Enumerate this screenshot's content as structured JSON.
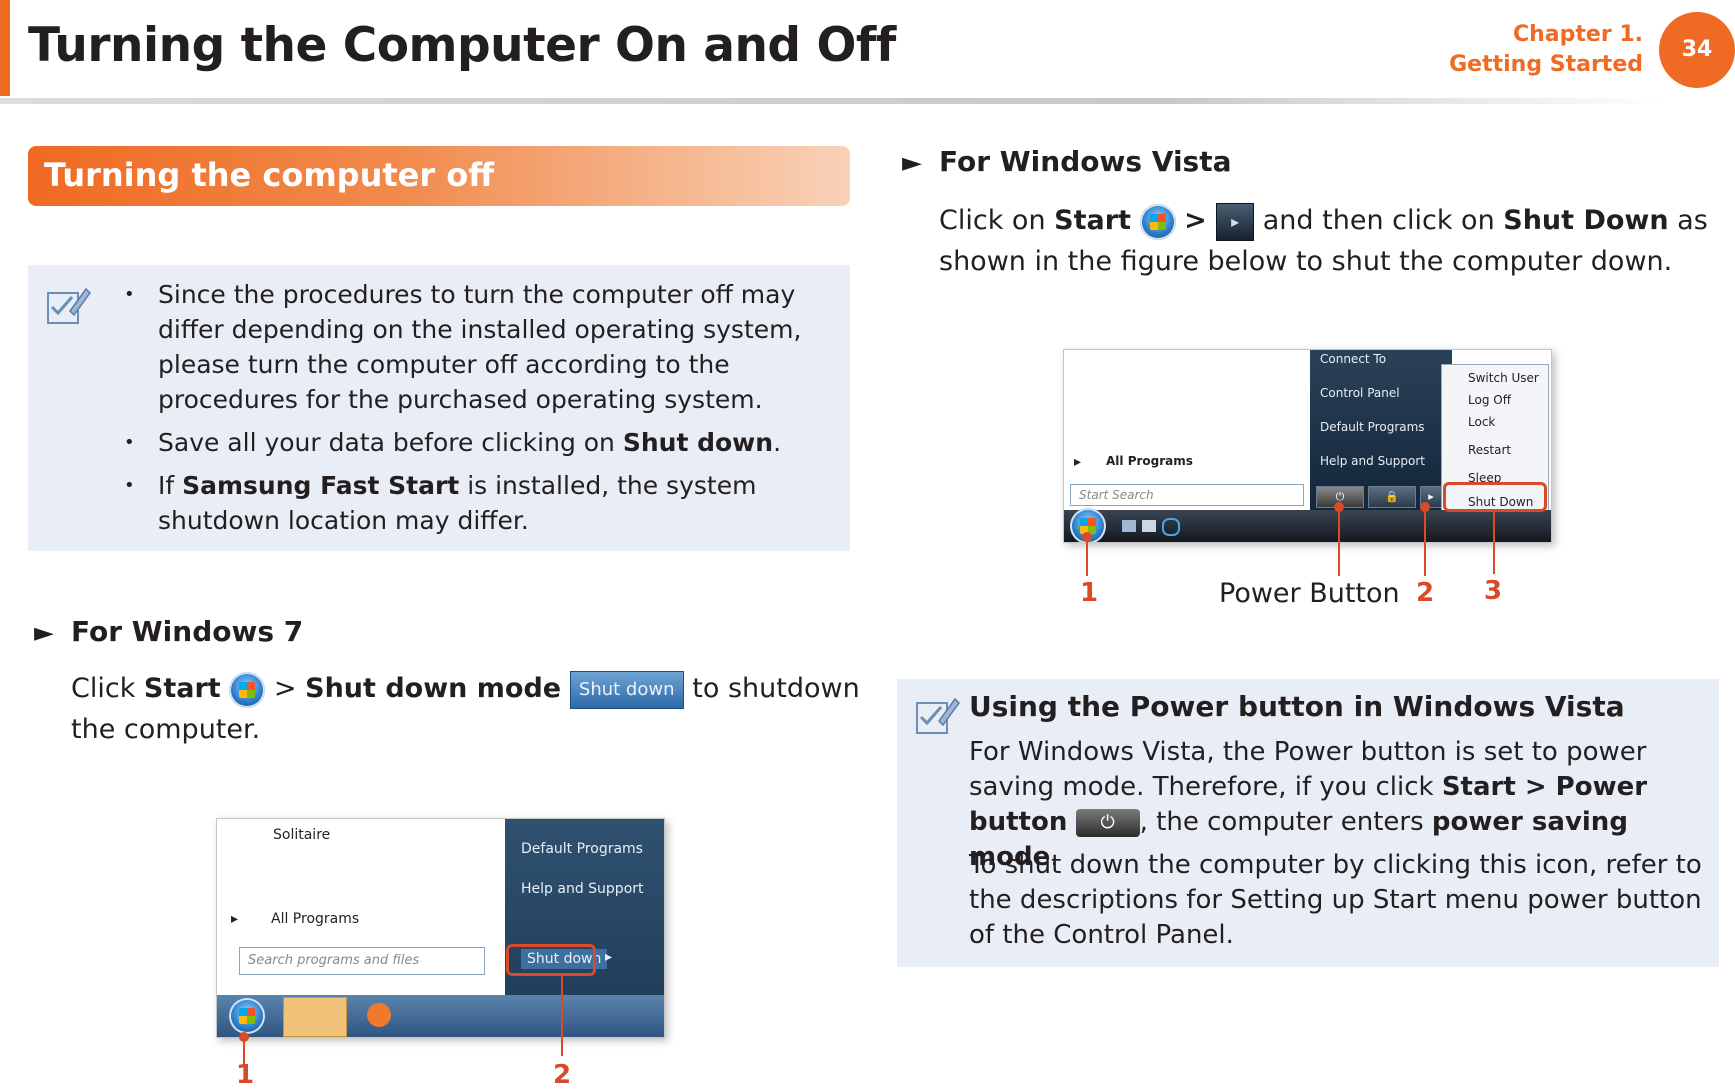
{
  "header": {
    "title": "Turning the Computer On and Off",
    "chapter_line1": "Chapter 1.",
    "chapter_line2": "Getting Started",
    "page_number": "34"
  },
  "section": {
    "title": "Turning the computer off"
  },
  "note1": {
    "bullet1": "Since the procedures to turn the computer off may differ depending on the installed operating system, please turn the computer off according to the procedures for the purchased operating system.",
    "bullet2_pre": "Save all your data before clicking on ",
    "bullet2_bold": "Shut down",
    "bullet2_post": ".",
    "bullet3_pre": "If ",
    "bullet3_bold": "Samsung Fast Start",
    "bullet3_post": " is installed, the system shutdown location may differ."
  },
  "win7": {
    "heading": "For Windows 7",
    "t1": "Click ",
    "start": "Start",
    "t2": " > ",
    "mode": "Shut down mode",
    "chip": "Shut down",
    "t3": " to shutdown the computer.",
    "shot": {
      "solitaire": "Solitaire",
      "all_programs": "All Programs",
      "search_placeholder": "Search programs and files",
      "default_programs": "Default Programs",
      "help_support": "Help and Support",
      "shutdown": "Shut down"
    },
    "callouts": [
      "1",
      "2"
    ]
  },
  "vista": {
    "heading": "For Windows Vista",
    "t1": "Click on ",
    "start": "Start",
    "t2": " > ",
    "t3": " and then click on ",
    "shutdown": "Shut Down",
    "t4": " as shown in the figure below to shut the computer down.",
    "shot": {
      "connect_to": "Connect To",
      "control_panel": "Control Panel",
      "default_programs": "Default Programs",
      "help_support": "Help and Support",
      "all_programs": "All Programs",
      "search_placeholder": "Start Search",
      "switch_user": "Switch User",
      "log_off": "Log Off",
      "lock": "Lock",
      "restart": "Restart",
      "sleep": "Sleep",
      "shut_down": "Shut Down"
    },
    "callouts": [
      "1",
      "2",
      "3"
    ],
    "power_label": "Power Button"
  },
  "note2": {
    "title": "Using the Power button in Windows Vista",
    "p1_a": "For Windows Vista, the Power button is set to power saving mode. Therefore, if you click ",
    "p1_b": "Start > Power button",
    "p1_c": ", the computer enters ",
    "p1_d": "power saving mode",
    "p1_e": ".",
    "p2": "To shut down the computer by clicking this icon, refer to the descriptions for Setting up Start menu power button of the Control Panel."
  },
  "colors": {
    "accent": "#ef6a22",
    "note_bg": "#e9edf6",
    "callout": "#d84a2a"
  }
}
